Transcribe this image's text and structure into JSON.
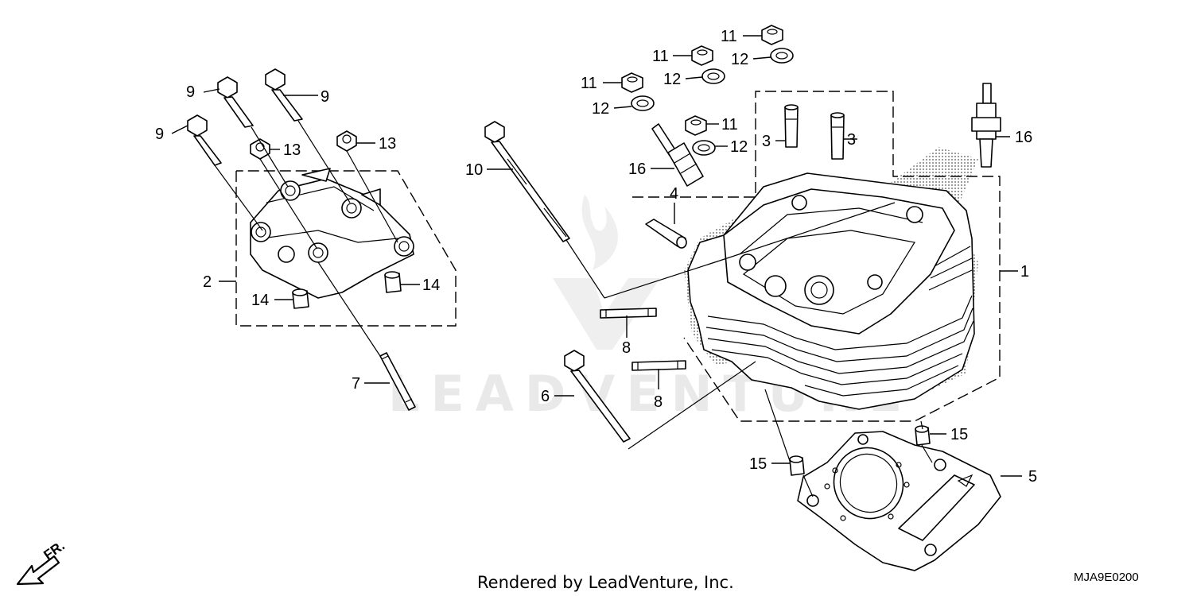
{
  "diagram": {
    "callouts": [
      {
        "id": "c1",
        "text": "1"
      },
      {
        "id": "c2",
        "text": "2"
      },
      {
        "id": "c3a",
        "text": "3"
      },
      {
        "id": "c3b",
        "text": "3"
      },
      {
        "id": "c4",
        "text": "4"
      },
      {
        "id": "c5",
        "text": "5"
      },
      {
        "id": "c6",
        "text": "6"
      },
      {
        "id": "c7",
        "text": "7"
      },
      {
        "id": "c8a",
        "text": "8"
      },
      {
        "id": "c8b",
        "text": "8"
      },
      {
        "id": "c9a",
        "text": "9"
      },
      {
        "id": "c9b",
        "text": "9"
      },
      {
        "id": "c9c",
        "text": "9"
      },
      {
        "id": "c10",
        "text": "10"
      },
      {
        "id": "c11a",
        "text": "11"
      },
      {
        "id": "c11b",
        "text": "11"
      },
      {
        "id": "c11c",
        "text": "11"
      },
      {
        "id": "c11d",
        "text": "11"
      },
      {
        "id": "c12a",
        "text": "12"
      },
      {
        "id": "c12b",
        "text": "12"
      },
      {
        "id": "c12c",
        "text": "12"
      },
      {
        "id": "c12d",
        "text": "12"
      },
      {
        "id": "c13a",
        "text": "13"
      },
      {
        "id": "c13b",
        "text": "13"
      },
      {
        "id": "c14a",
        "text": "14"
      },
      {
        "id": "c14b",
        "text": "14"
      },
      {
        "id": "c15a",
        "text": "15"
      },
      {
        "id": "c15b",
        "text": "15"
      },
      {
        "id": "c16a",
        "text": "16"
      },
      {
        "id": "c16b",
        "text": "16"
      }
    ],
    "front_indicator": "FR.",
    "watermark": "LEADVENTURE",
    "footer_credit": "Rendered by LeadVenture, Inc.",
    "diagram_code": "MJA9E0200"
  }
}
